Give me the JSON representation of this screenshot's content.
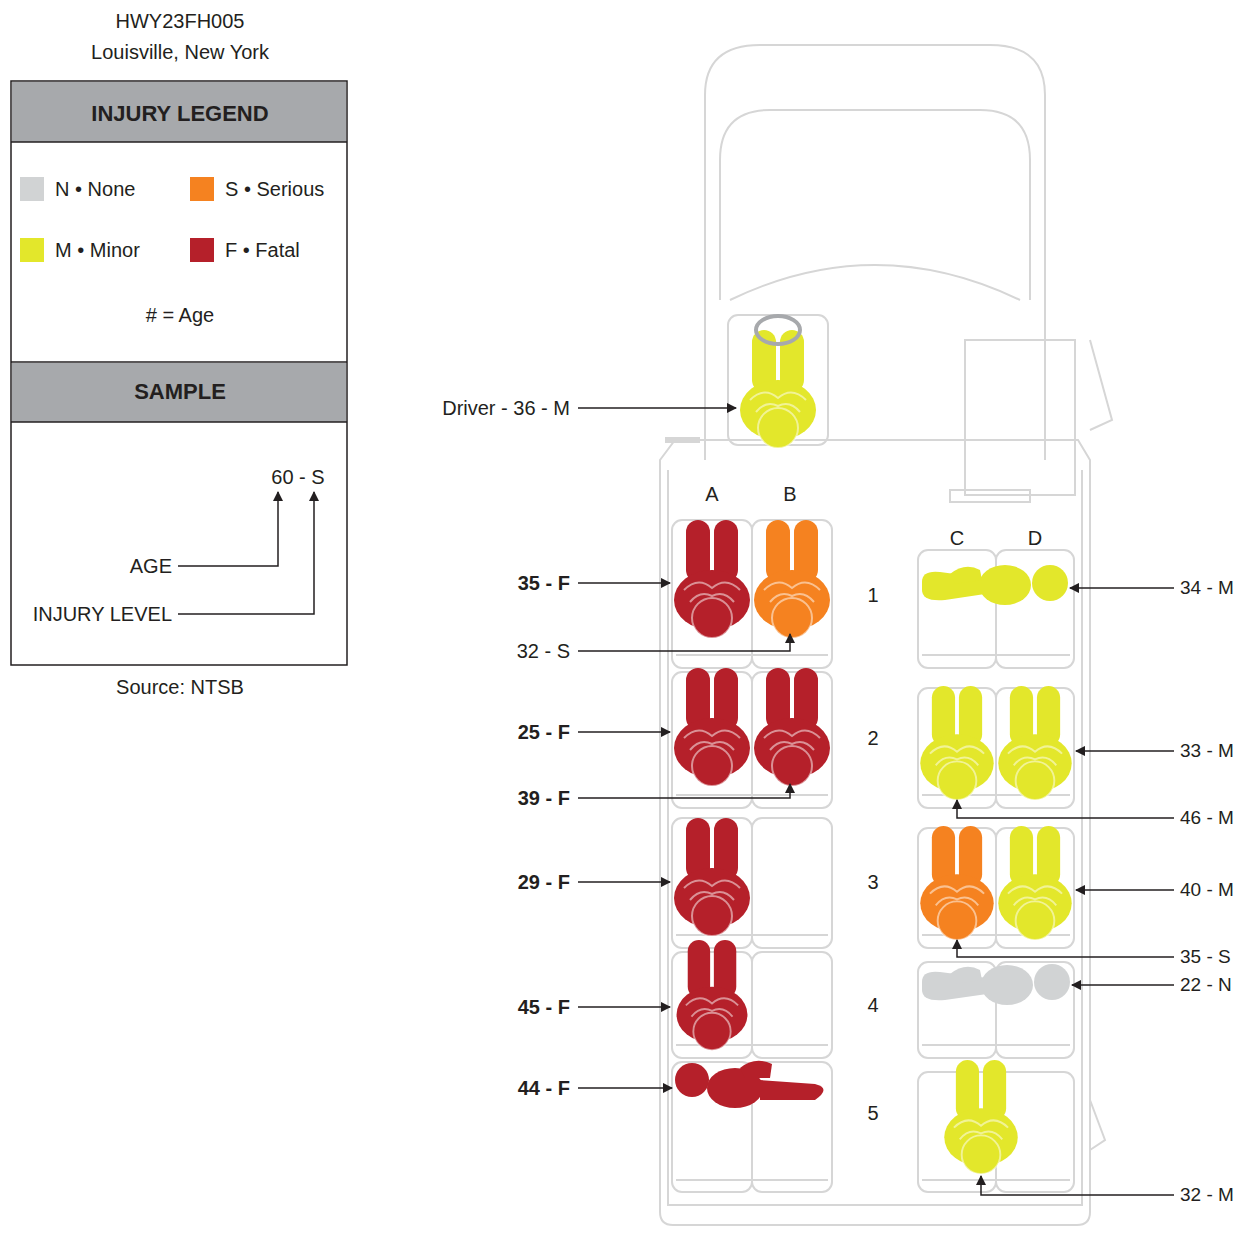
{
  "diagram": {
    "title": "HWY23FH005",
    "labels": [
      "Louisville, New York",
      "INJURY LEGEND",
      "# = Age",
      "SAMPLE",
      "60 - S",
      "AGE",
      "INJURY LEVEL",
      "Source: NTSB",
      "Driver - 36 - M",
      "A",
      "B",
      "C",
      "D",
      "1",
      "2",
      "3",
      "4",
      "5",
      "35 - F",
      "32 - S",
      "34 - M",
      "25 - F",
      "33 - M",
      "39 - F",
      "46 - M",
      "29 - F",
      "40 - M",
      "35 - S",
      "45 - F",
      "22 - N",
      "44 - F",
      "32 - M"
    ],
    "legend": [
      {
        "text": "N • None",
        "color": "#d1d3d4"
      },
      {
        "text": "S • Serious",
        "color": "#f58220"
      },
      {
        "text": "M • Minor",
        "color": "#e3e72b"
      },
      {
        "text": "F • Fatal",
        "color": "#b5202a"
      }
    ]
  }
}
